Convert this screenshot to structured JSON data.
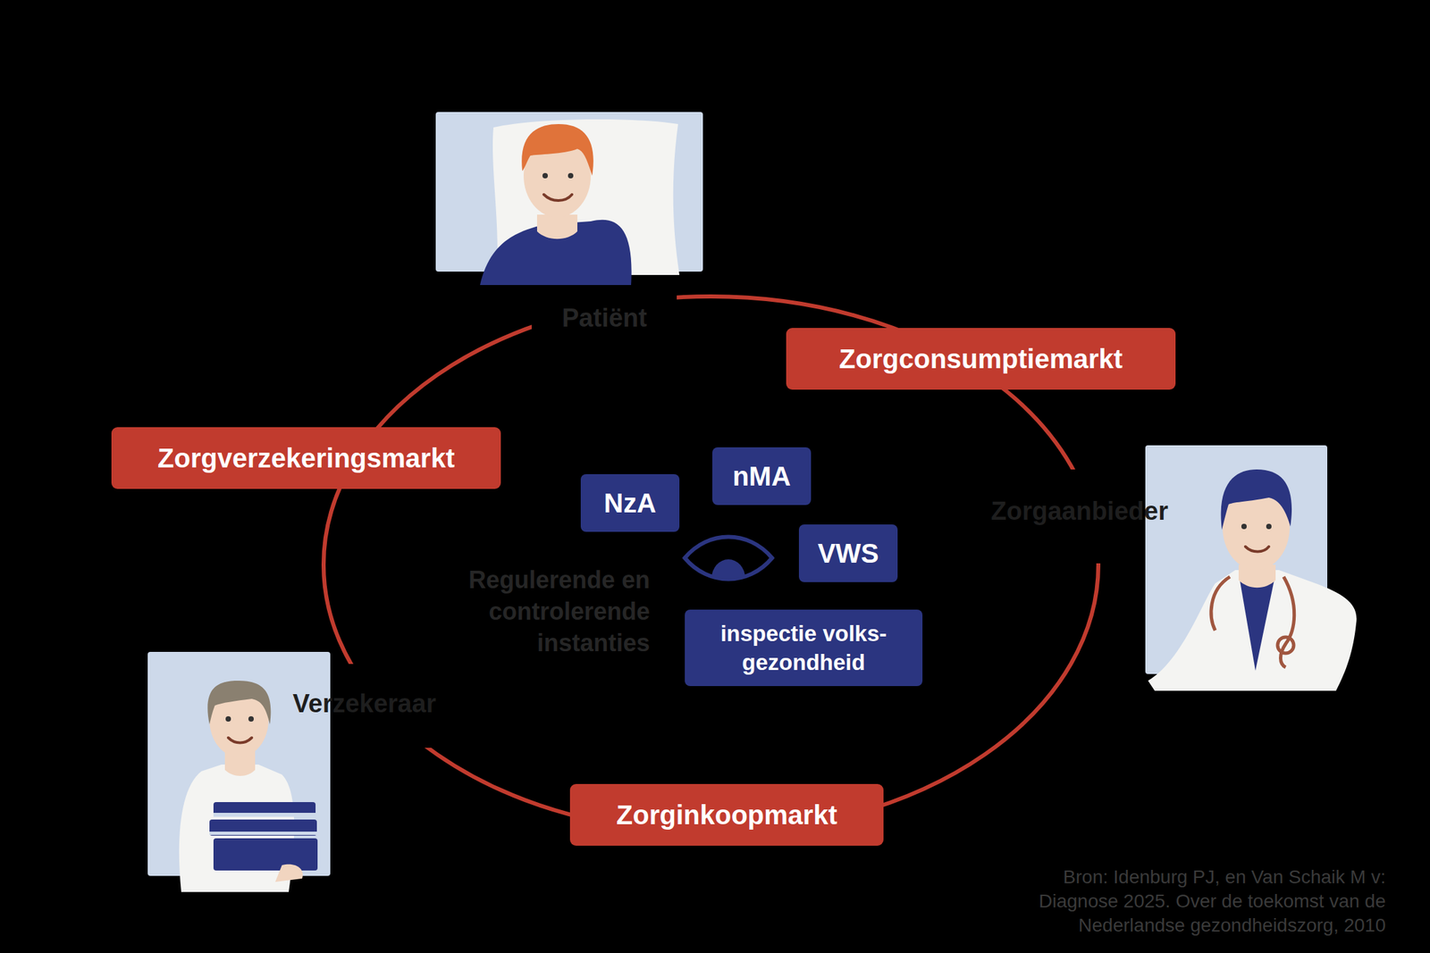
{
  "diagram": {
    "nodes": [
      {
        "text": [
          "Zorgconsumptiemarkt"
        ]
      },
      {
        "text": [
          "Zorgverzekeringsmarkt"
        ]
      },
      {
        "text": [
          "nMA"
        ]
      },
      {
        "text": [
          "NzA"
        ]
      },
      {
        "text": [
          "VWS"
        ]
      },
      {
        "text": [
          "inspectie volks- gezondheid"
        ]
      },
      {
        "text": [
          "Zorginkoopmarkt"
        ]
      }
    ],
    "labels": [
      "Patiënt",
      "Zorgaanbieder",
      "Regulerende en controlerende instanties",
      "Verzekeraar",
      "Bron: Idenburg PJ, en Van Schaik M v: Diagnose 2025. Over de toekomst van de Nederlandse gezondheidszorg, 2010"
    ]
  }
}
